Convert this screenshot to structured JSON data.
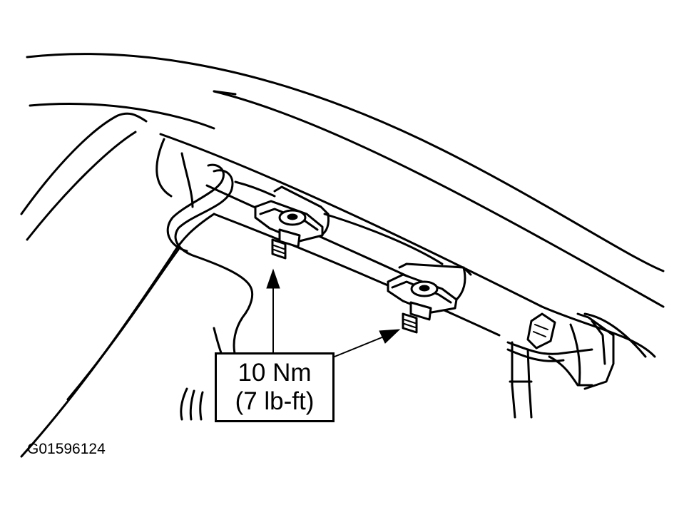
{
  "callout": {
    "torque_metric": "10 Nm",
    "torque_imperial": "(7 lb-ft)"
  },
  "figure_id": "G01596124",
  "colors": {
    "line": "#000000",
    "background": "#ffffff"
  }
}
